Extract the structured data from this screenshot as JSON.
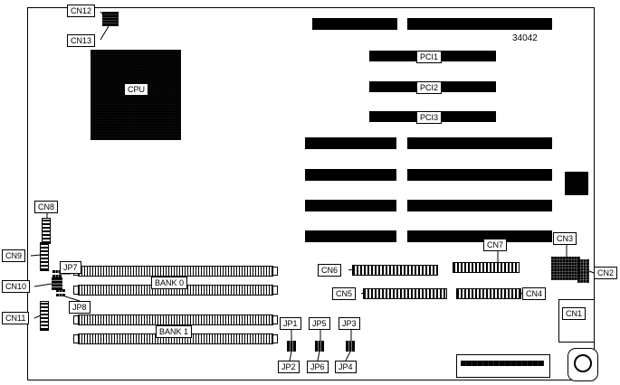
{
  "board": {
    "part_number": "34042"
  },
  "labels": {
    "cn12": "CN12",
    "cn13": "CN13",
    "cpu": "CPU",
    "pci1": "PCI1",
    "pci2": "PCI2",
    "pci3": "PCI3",
    "cn8": "CN8",
    "cn9": "CN9",
    "cn10": "CN10",
    "cn11": "CN11",
    "jp7": "JP7",
    "jp8": "JP8",
    "bank0": "BANK 0",
    "bank1": "BANK 1",
    "jp1": "JP1",
    "jp2": "JP2",
    "jp3": "JP3",
    "jp4": "JP4",
    "jp5": "JP5",
    "jp6": "JP6",
    "cn6": "CN6",
    "cn5": "CN5",
    "cn7": "CN7",
    "cn4": "CN4",
    "cn3": "CN3",
    "cn2": "CN2",
    "cn1": "CN1"
  }
}
